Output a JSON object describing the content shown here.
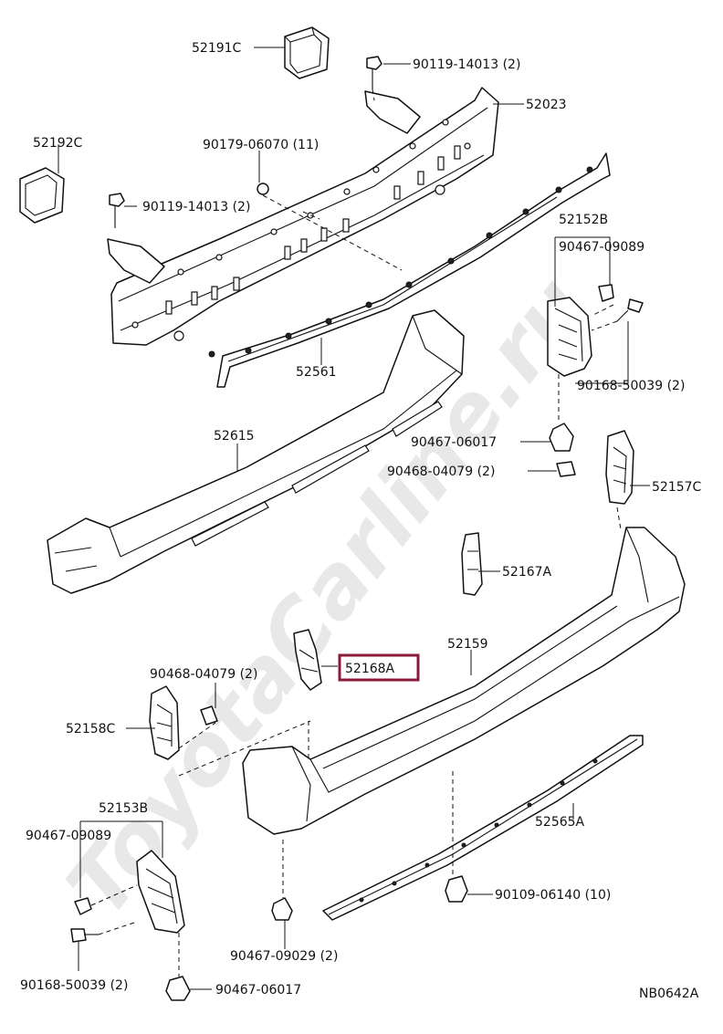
{
  "diagram": {
    "watermark": "ToyotaCarline.ru",
    "code": "NB0642A",
    "highlight_color": "#8b1a3a",
    "labels": {
      "p52191C": "52191C",
      "p90119_top": "90119-14013 (2)",
      "p52023": "52023",
      "p52192C": "52192C",
      "p90179": "90179-06070 (11)",
      "p90119_left": "90119-14013 (2)",
      "p52152B": "52152B",
      "p90467_09089_r": "90467-09089",
      "p52561": "52561",
      "p90168_r": "90168-50039 (2)",
      "p52615": "52615",
      "p90467_06017_r": "90467-06017",
      "p90468_r": "90468-04079 (2)",
      "p52157C": "52157C",
      "p52167A": "52167A",
      "p52159": "52159",
      "p52168A": "52168A",
      "p90468_l": "90468-04079 (2)",
      "p52158C": "52158C",
      "p52153B": "52153B",
      "p90467_09089_l": "90467-09089",
      "p52565A": "52565A",
      "p90109": "90109-06140 (10)",
      "p90168_l": "90168-50039 (2)",
      "p90467_09029": "90467-09029 (2)",
      "p90467_06017_l": "90467-06017"
    }
  }
}
